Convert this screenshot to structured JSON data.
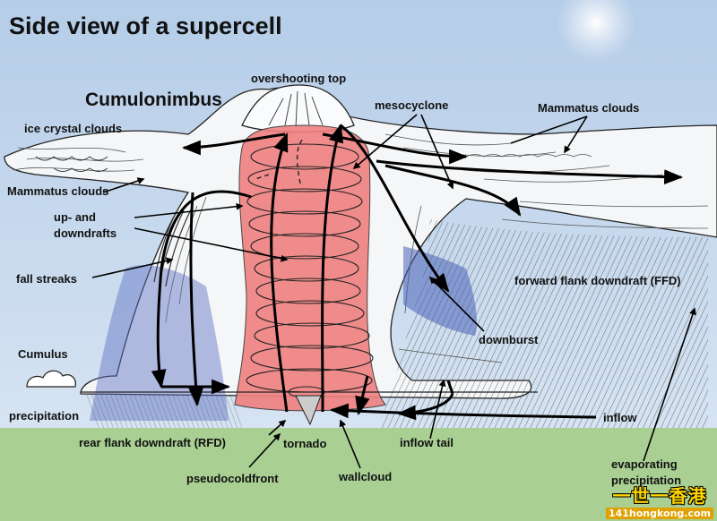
{
  "title": "Side view of a supercell",
  "labels": {
    "overshooting_top": "overshooting top",
    "cumulonimbus": "Cumulonimbus",
    "mesocyclone": "mesocyclone",
    "mammatus_right": "Mammatus clouds",
    "ice_crystal": "ice crystal clouds",
    "mammatus_left": "Mammatus clouds",
    "up_downdrafts_1": "up- and",
    "up_downdrafts_2": "downdrafts",
    "fall_streaks": "fall streaks",
    "ffd": "forward flank downdraft (FFD)",
    "downburst": "downburst",
    "cumulus": "Cumulus",
    "precipitation": "precipitation",
    "inflow": "inflow",
    "rfd": "rear flank downdraft (RFD)",
    "tornado": "tornado",
    "inflow_tail": "inflow tail",
    "pseudocoldfront": "pseudocoldfront",
    "wallcloud": "wallcloud",
    "evaporating_1": "evaporating",
    "evaporating_2": "precipitation"
  },
  "watermark": {
    "text": "一世一香港",
    "url": "141hongkong.com"
  },
  "colors": {
    "sky": "#c9dcef",
    "ground": "#a9cf93",
    "updraft": "#f08080",
    "rain": "#5a6fc4"
  }
}
